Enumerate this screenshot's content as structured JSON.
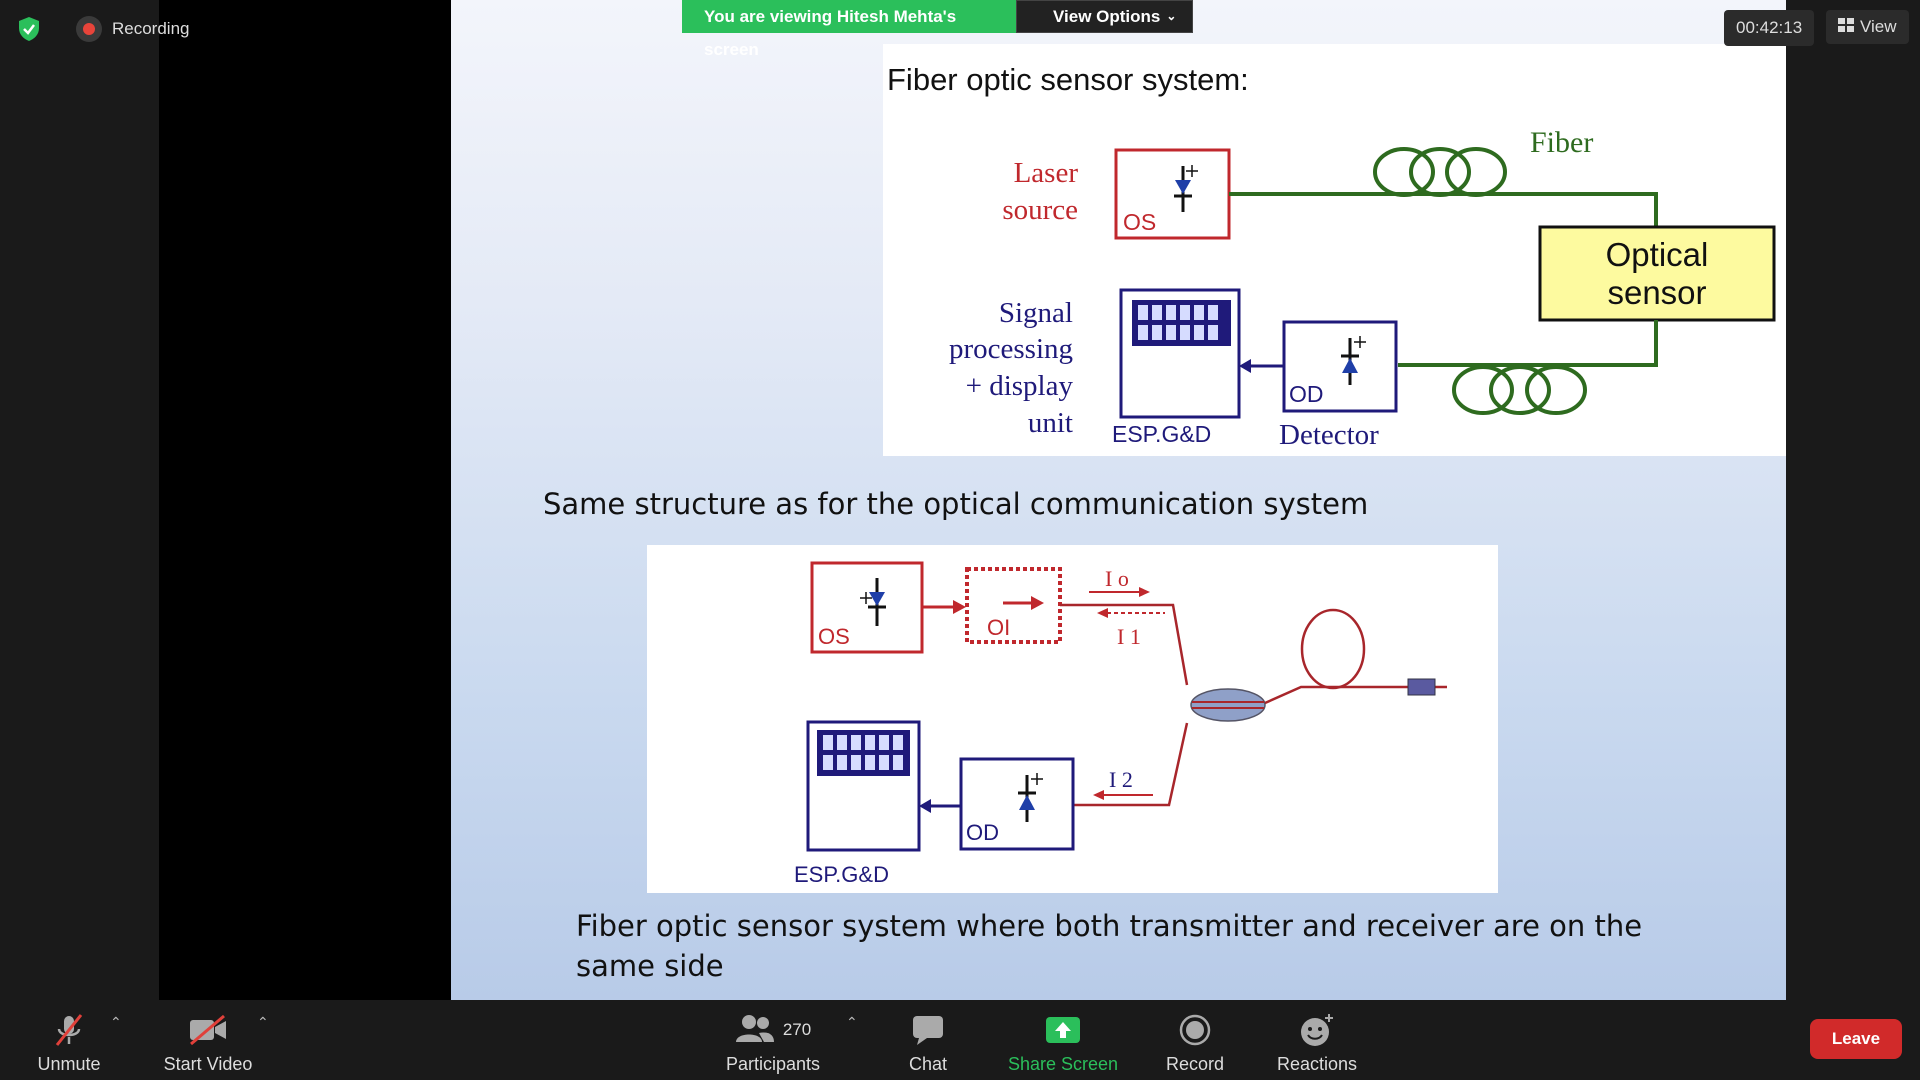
{
  "top_bar": {
    "recording_label": "Recording",
    "viewing_banner": "You are viewing Hitesh Mehta's screen",
    "view_options_label": "View Options",
    "timer": "00:42:13",
    "view_label": "View"
  },
  "slide": {
    "title": "Fiber optic sensor system:",
    "top_diagram": {
      "laser_source_line1": "Laser",
      "laser_source_line2": "source",
      "os_label": "OS",
      "fiber_label": "Fiber",
      "optical_sensor_line1": "Optical",
      "optical_sensor_line2": "sensor",
      "signal_line1": "Signal",
      "signal_line2": "processing",
      "signal_line3": "+ display",
      "signal_line4": "unit",
      "esp_label": "ESP.G&D",
      "od_label": "OD",
      "detector_label": "Detector"
    },
    "caption1": "Same structure as for the optical communication system",
    "bottom_diagram": {
      "os_label": "OS",
      "oi_label": "OI",
      "i0_label": "I o",
      "i1_label": "I 1",
      "i2_label": "I 2",
      "od_label": "OD",
      "esp_label": "ESP.G&D"
    },
    "caption2": "Fiber optic sensor system where both transmitter and receiver are on the same side"
  },
  "toolbar": {
    "unmute_label": "Unmute",
    "start_video_label": "Start Video",
    "participants_count": "270",
    "participants_label": "Participants",
    "chat_label": "Chat",
    "share_screen_label": "Share Screen",
    "record_label": "Record",
    "reactions_label": "Reactions",
    "leave_label": "Leave"
  },
  "colors": {
    "share_green": "#2bbf5b",
    "leave_red": "#d12a2a",
    "diagram_red": "#c0282d",
    "diagram_navy": "#1f1a7a",
    "fiber_green": "#2e6b1f",
    "sensor_yellow": "#fdfa9f"
  }
}
